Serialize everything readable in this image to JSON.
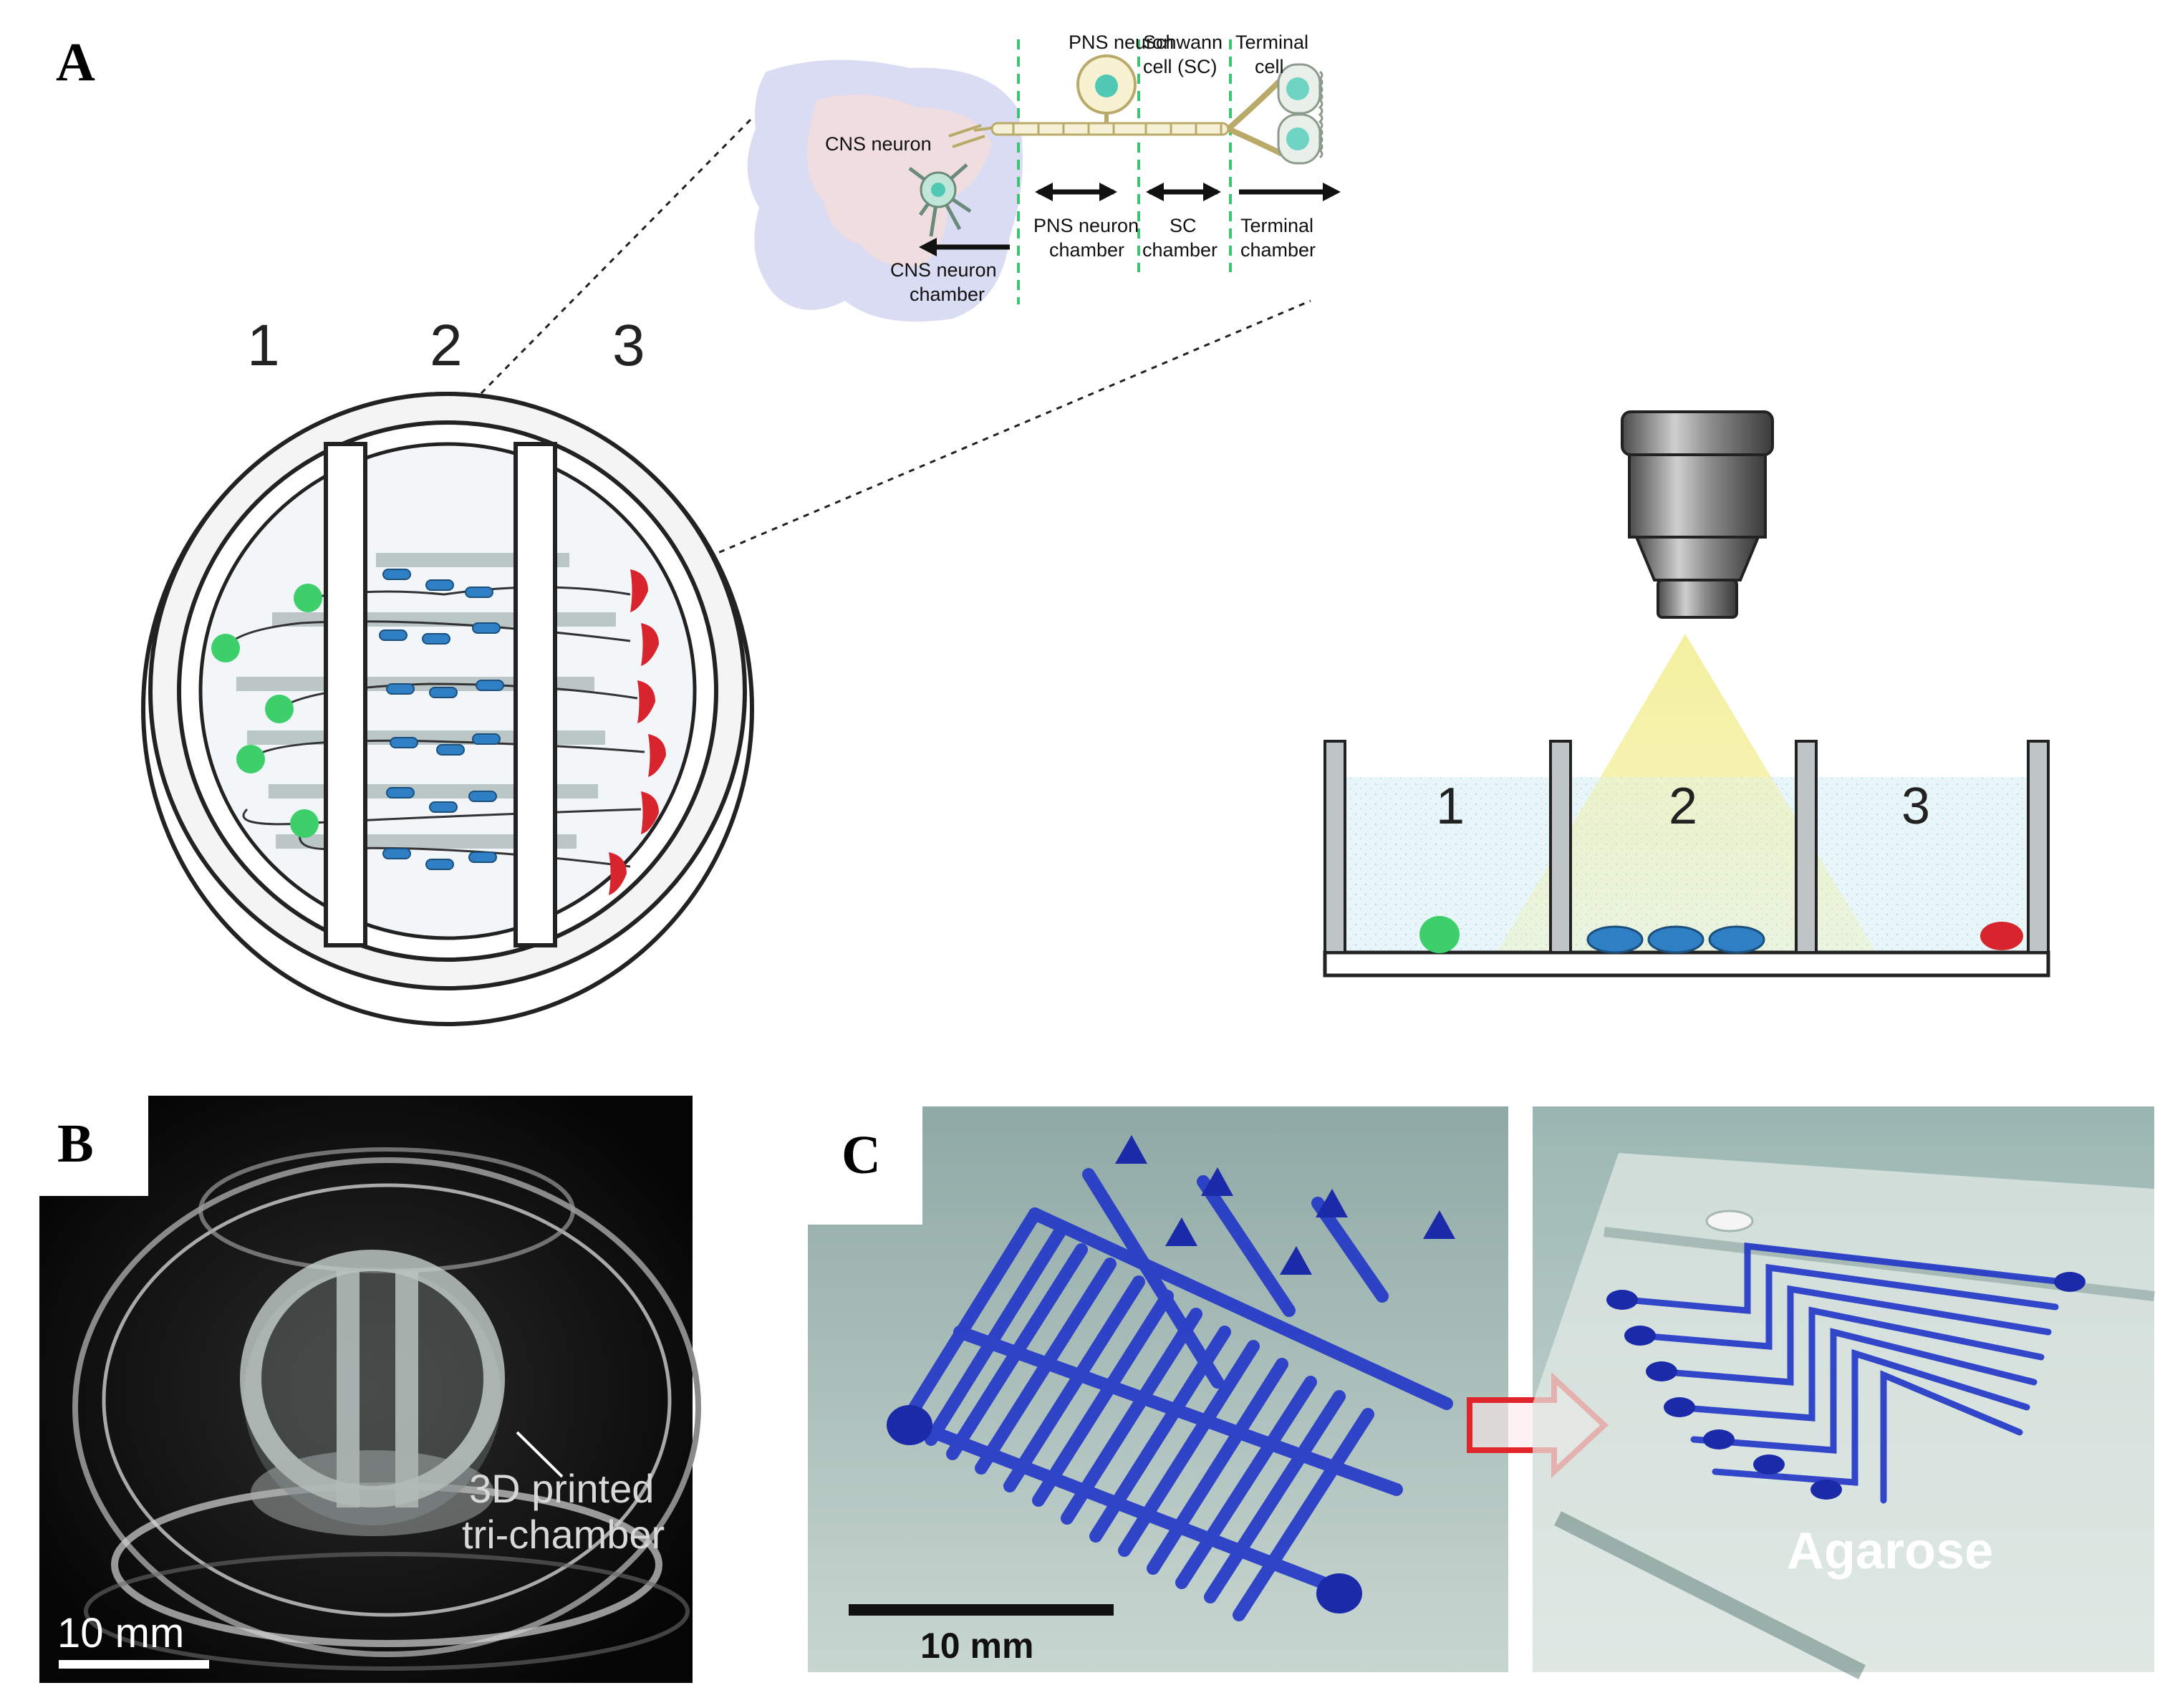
{
  "panel_a": {
    "letter": "A",
    "dish_chamber_numbers": [
      "1",
      "2",
      "3"
    ],
    "side_chamber_numbers": [
      "1",
      "2",
      "3"
    ],
    "inset": {
      "pns_neuron": "PNS neuron",
      "schwann_cell_line1": "Schwann",
      "schwann_cell_line2": "cell (SC)",
      "terminal_cell_line1": "Terminal",
      "terminal_cell_line2": "cell",
      "cns_neuron": "CNS neuron",
      "pns_chamber_line1": "PNS neuron",
      "pns_chamber_line2": "chamber",
      "sc_chamber_line1": "SC",
      "sc_chamber_line2": "chamber",
      "terminal_chamber_line1": "Terminal",
      "terminal_chamber_line2": "chamber",
      "cns_chamber_line1": "CNS neuron",
      "cns_chamber_line2": "chamber"
    }
  },
  "panel_b": {
    "letter": "B",
    "label_line1": "3D printed",
    "label_line2": "tri-chamber",
    "scale_bar": "10 mm"
  },
  "panel_c": {
    "letter": "C",
    "scale_bar": "10 mm",
    "right_label": "Agarose"
  },
  "colors": {
    "cns_neuron": "#3ccf6a",
    "schwann_cell": "#2f7fc4",
    "terminal_cell": "#d8242c",
    "light_cone": "#f2ef9a",
    "medium": "#dff2f6",
    "printed_blue": "#2136c8",
    "arrow_red": "#e0262b"
  }
}
